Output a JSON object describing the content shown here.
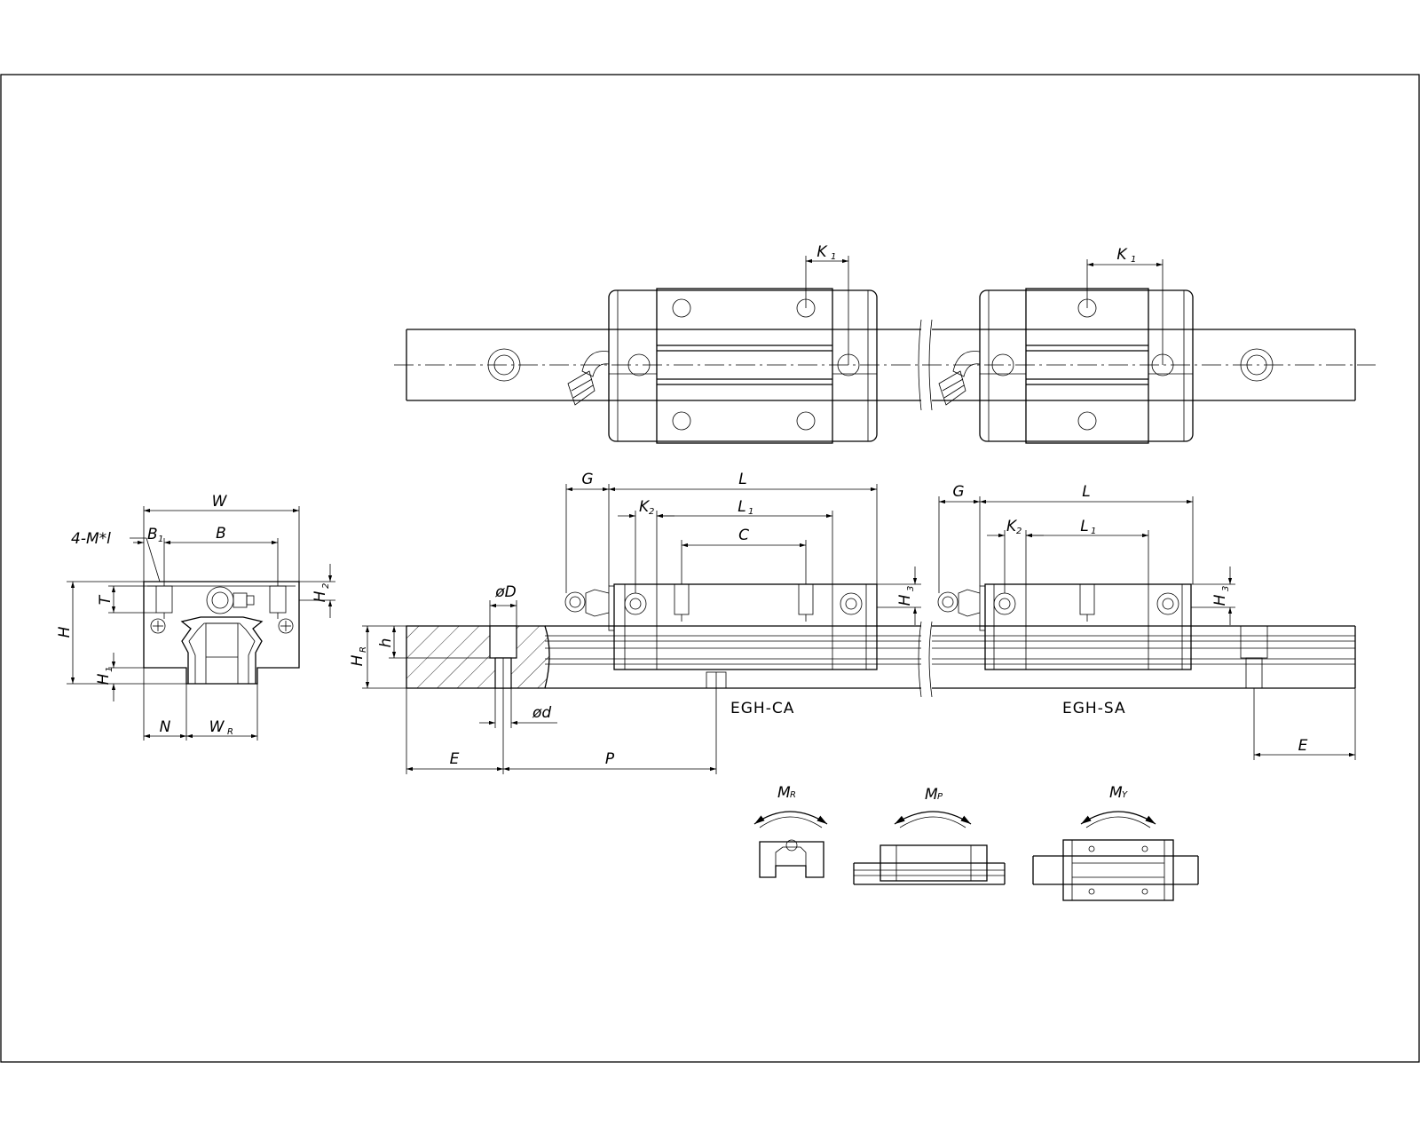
{
  "labels": {
    "W": "W",
    "B": "B",
    "B1": "B",
    "B1_sub": "1",
    "M": "4-M*l",
    "T": "T",
    "H": "H",
    "H1": "H",
    "H1_sub": "1",
    "H2": "H",
    "H2_sub": "2",
    "N": "N",
    "WR": "W",
    "WR_sub": "R",
    "phiD": "øD",
    "phid": "ød",
    "h": "h",
    "HR": "H",
    "HR_sub": "R",
    "E": "E",
    "P": "P",
    "G": "G",
    "L": "L",
    "L1": "L",
    "L1_sub": "1",
    "K1": "K",
    "K1_sub": "1",
    "K2": "K",
    "K2_sub": "2",
    "C": "C",
    "H3": "H",
    "H3_sub": "3",
    "MR": "M",
    "MR_sub": "R",
    "MP": "M",
    "MP_sub": "P",
    "MY": "M",
    "MY_sub": "Y"
  },
  "captions": {
    "ca": "EGH-CA",
    "sa": "EGH-SA"
  }
}
